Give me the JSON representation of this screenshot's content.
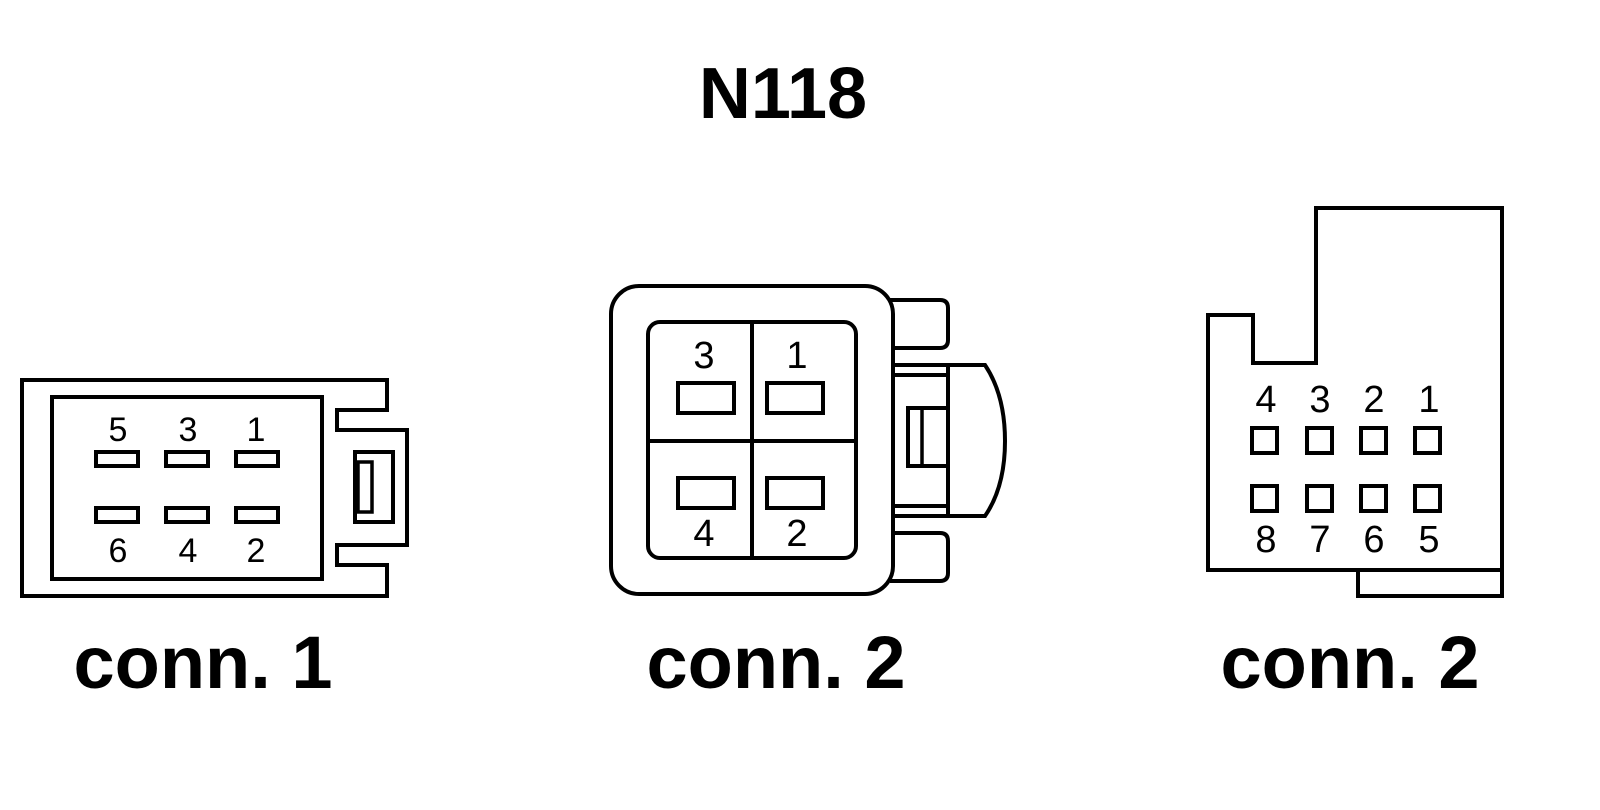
{
  "title": "N118",
  "connectors": [
    {
      "label": "conn. 1",
      "pins": [
        "1",
        "2",
        "3",
        "4",
        "5",
        "6"
      ]
    },
    {
      "label": "conn. 2",
      "pins": [
        "1",
        "2",
        "3",
        "4"
      ]
    },
    {
      "label": "conn. 2",
      "pins": [
        "1",
        "2",
        "3",
        "4",
        "5",
        "6",
        "7",
        "8"
      ]
    }
  ]
}
